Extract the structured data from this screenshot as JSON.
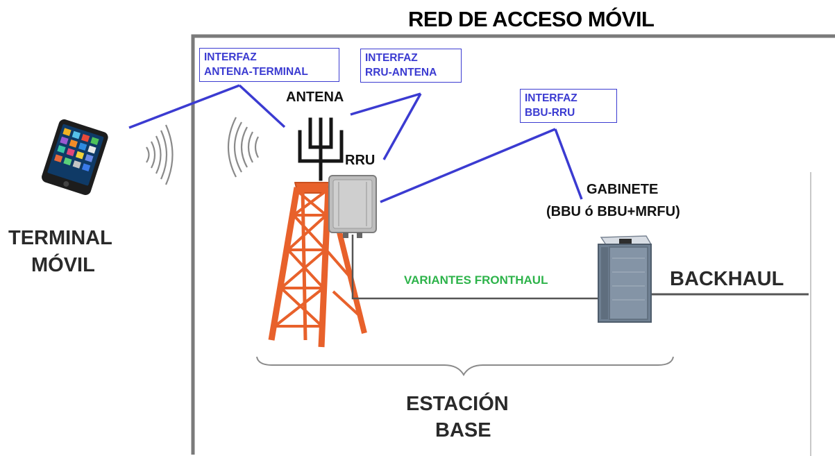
{
  "title": "RED DE ACCESO MÓVIL",
  "interfaces": {
    "antenna_terminal": [
      "INTERFAZ",
      "ANTENA-TERMINAL"
    ],
    "rru_antenna": [
      "INTERFAZ",
      "RRU-ANTENA"
    ],
    "bbu_rru": [
      "INTERFAZ",
      "BBU-RRU"
    ]
  },
  "labels": {
    "antenna": "ANTENA",
    "rru": "RRU",
    "cabinet_line1": "GABINETE",
    "cabinet_line2": "(BBU ó BBU+MRFU)",
    "fronthaul": "VARIANTES FRONTHAUL",
    "backhaul": "BACKHAUL",
    "terminal_line1": "TERMINAL",
    "terminal_line2": "MÓVIL",
    "base_station_line1": "ESTACIÓN",
    "base_station_line2": "BASE"
  },
  "colors": {
    "interface": "#3b3bd1",
    "tower": "#e8612b",
    "fronthaul_text": "#2db34a",
    "frame": "#7a7a7a"
  },
  "icons": [
    "mobile-phone-icon",
    "radio-wave-icon",
    "antenna-icon",
    "rru-unit-icon",
    "tower-icon",
    "cabinet-icon"
  ]
}
